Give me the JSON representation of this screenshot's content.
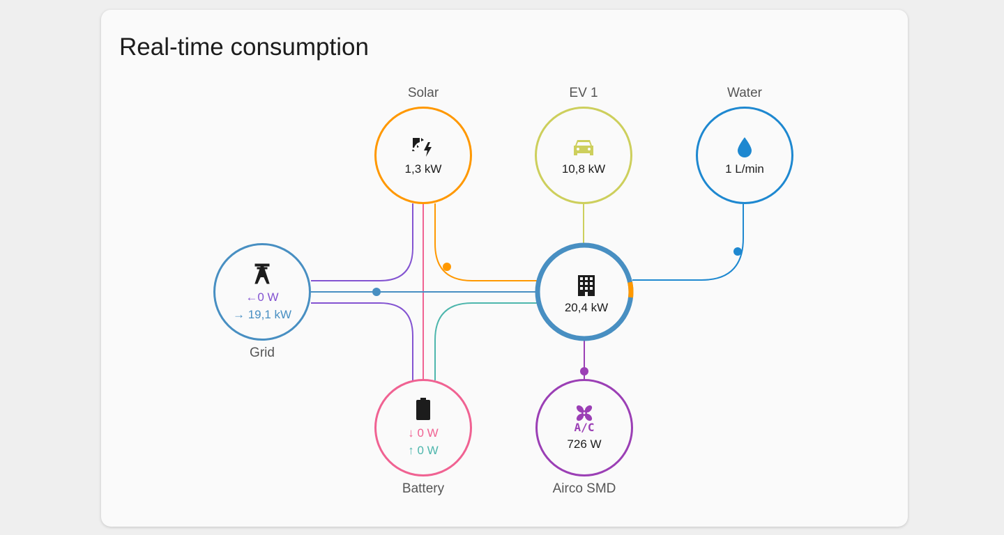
{
  "title": "Real-time consumption",
  "colors": {
    "solar": "#ff9800",
    "ev": "#cdcf5c",
    "water": "#1e88d0",
    "grid": "#488fc2",
    "grid_return": "#8353d1",
    "battery": "#f06292",
    "battery_in": "#4db6ac",
    "home": "#488fc2",
    "airco": "#9b3fb5"
  },
  "nodes": {
    "solar": {
      "label": "Solar",
      "value": "1,3 kW",
      "icon": "solar-power-icon"
    },
    "ev": {
      "label": "EV 1",
      "value": "10,8 kW",
      "icon": "car-icon"
    },
    "water": {
      "label": "Water",
      "value": "1 L/min",
      "icon": "water-drop-icon"
    },
    "grid": {
      "label": "Grid",
      "export": "0 W",
      "import": "19,1 kW",
      "export_arrow": "←",
      "import_arrow": "→",
      "icon": "transmission-tower-icon"
    },
    "home": {
      "value": "20,4 kW",
      "icon": "building-icon"
    },
    "battery": {
      "label": "Battery",
      "in": "0 W",
      "out": "0 W",
      "in_arrow": "↓",
      "out_arrow": "↑",
      "icon": "battery-icon"
    },
    "airco": {
      "label": "Airco SMD",
      "value": "726 W",
      "icon_text": "A/C",
      "icon": "fan-ac-icon"
    }
  }
}
